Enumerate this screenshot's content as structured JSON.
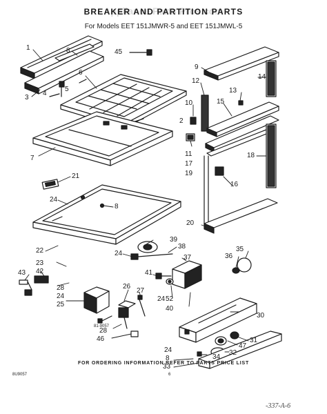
{
  "watermark": "Appliance Parts Pros.com",
  "title": "BREAKER AND PARTITION PARTS",
  "subtitle": "For Models EET 151JMWR-5 and EET 151JMWL-5",
  "drawing_code": "81-9057",
  "footer": "FOR ORDERING INFORMATION REFER TO PARTS PRICE LIST",
  "page_code": "8U9057",
  "page_number": "6",
  "handwritten_note": "-337-A-6",
  "callouts": {
    "n1": "1",
    "n2": "2",
    "n3": "3",
    "n4": "4",
    "n5": "5",
    "n6": "6",
    "n7": "7",
    "n8a": "8",
    "n8b": "8",
    "n8c": "8",
    "n9": "9",
    "n10": "10",
    "n11": "11",
    "n12": "12",
    "n13": "13",
    "n14": "14",
    "n15": "15",
    "n16": "16",
    "n17": "17",
    "n18": "18",
    "n19": "19",
    "n20": "20",
    "n21": "21",
    "n22": "22",
    "n23": "23",
    "n24a": "24",
    "n24b": "24",
    "n24c": "24",
    "n24d": "24",
    "n24e": "24",
    "n24f": "24",
    "n25": "25",
    "n26": "26",
    "n27": "27",
    "n28a": "28",
    "n28b": "28",
    "n30": "30",
    "n31": "31",
    "n32": "32",
    "n33": "33",
    "n34": "34",
    "n35": "35",
    "n36": "36",
    "n37": "37",
    "n38": "38",
    "n39": "39",
    "n40": "40",
    "n41": "41",
    "n42": "42",
    "n43": "43",
    "n45": "45",
    "n46": "46",
    "n47": "47",
    "n52": "52"
  }
}
